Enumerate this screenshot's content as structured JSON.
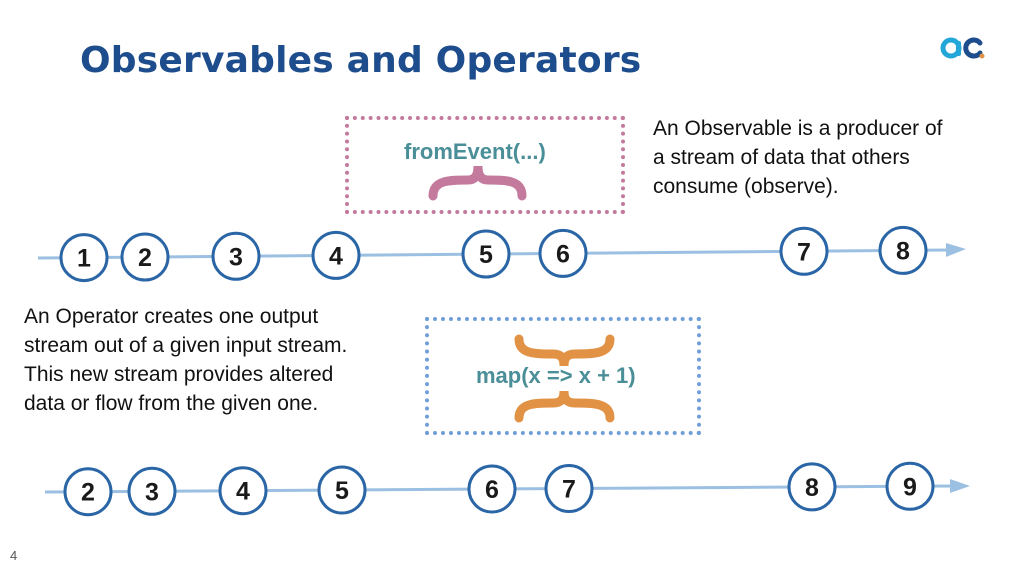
{
  "slide": {
    "title": "Observables and Operators",
    "page_number": "4"
  },
  "observable": {
    "operator_label": "fromEvent(...)",
    "description": "An Observable is a producer of\na stream of data that others\nconsume (observe).",
    "marbles": [
      "1",
      "2",
      "3",
      "4",
      "5",
      "6",
      "7",
      "8"
    ]
  },
  "operator": {
    "operator_label": "map(x => x + 1)",
    "description": "An Operator creates one output\nstream out of a given input stream.\nThis new stream provides altered\ndata or flow from the given one.",
    "marbles": [
      "2",
      "3",
      "4",
      "5",
      "6",
      "7",
      "8",
      "9"
    ]
  },
  "colors": {
    "title": "#1d4d8c",
    "marble_stroke": "#2a66a6",
    "stream_line": "#9cc0e2",
    "from_event_box": "#c37a9d",
    "map_box": "#6f9fd6",
    "operator_text": "#4a8e98",
    "map_brace": "#e29245"
  }
}
